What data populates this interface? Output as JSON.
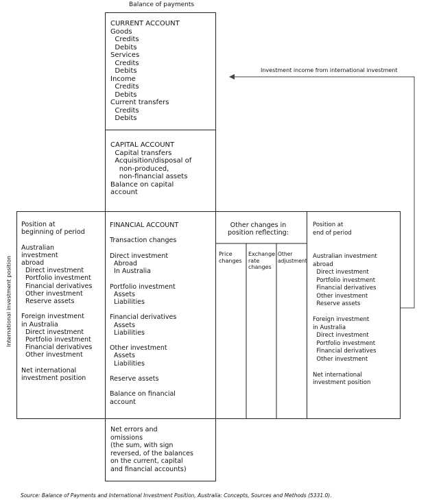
{
  "bop_title": "Balance of payments",
  "iip_title": "International investment position",
  "arrow_label": "Investment income from international investment",
  "current_account": [
    "CURRENT ACCOUNT",
    "Goods",
    "  Credits",
    "  Debits",
    "Services",
    "  Credits",
    "  Debits",
    "Income",
    "  Credits",
    "  Debits",
    "Current transfers",
    "  Credits",
    "  Debits"
  ],
  "capital_account": [
    "CAPITAL ACCOUNT",
    "  Capital transfers",
    "  Acquisition/disposal of",
    "    non-produced,",
    "    non-financial assets",
    "Balance on capital",
    "account"
  ],
  "position_begin": [
    "Position at",
    "beginning of period",
    "",
    "Australian",
    "investment",
    "abroad",
    "  Direct investment",
    "  Portfolio investment",
    "  Financial derivatives",
    "  Other investment",
    "  Reserve assets",
    "",
    "Foreign investment",
    "in Australia",
    "  Direct investment",
    "  Portfolio investment",
    "  Financial derivatives",
    "  Other investment",
    "",
    "Net international",
    "investment position"
  ],
  "financial_account": [
    "FINANCIAL ACCOUNT",
    "",
    "Transaction changes",
    "",
    "Direct investment",
    "  Abroad",
    "  In Australia",
    "",
    "Portfolio investment",
    "  Assets",
    "  Liabilities",
    "",
    "Financial derivatives",
    "  Assets",
    "  Liabilities",
    "",
    "Other investment",
    "  Assets",
    "  Liabilities",
    "",
    "Reserve assets",
    "",
    "Balance on financial",
    "account"
  ],
  "other_changes_heading": "Other changes in\nposition reflecting:",
  "other_changes_columns": [
    "Price\nchanges",
    "Exchange\nrate\nchanges",
    "Other\nadjustments"
  ],
  "position_end": [
    "Position at",
    "end of period",
    "",
    "",
    "Australian investment",
    "abroad",
    "  Direct investment",
    "  Portfolio investment",
    "  Financial derivatives",
    "  Other investment",
    "  Reserve assets",
    "",
    "Foreign investment",
    "in Australia",
    "  Direct investment",
    "  Portfolio investment",
    "  Financial derivatives",
    "  Other investment",
    "",
    "Net international",
    "investment position"
  ],
  "net_errors": [
    "Net errors and",
    "omissions",
    "(the sum, with sign",
    "reversed, of the balances",
    "on the current, capital",
    "and financial accounts)"
  ],
  "source": "Source: Balance of Payments and International Investment Position, Australia: Concepts, Sources and Methods (5331.0)."
}
